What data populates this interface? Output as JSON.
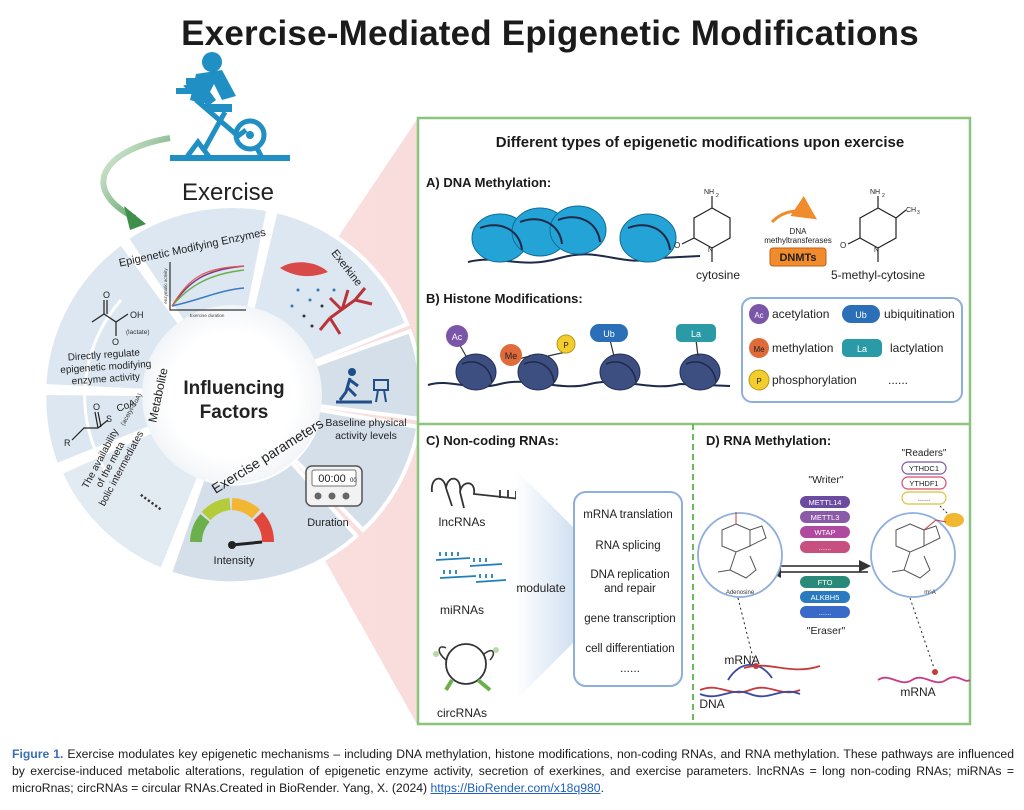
{
  "title": "Exercise-Mediated Epigenetic Modifications",
  "left": {
    "exercise_label": "Exercise",
    "center_line1": "Influencing",
    "center_line2": "Factors",
    "enzymes_label": "Epigenetic Modifying Enzymes",
    "exerkine_label": "Exerkine",
    "metabolite_label": "Metabolite",
    "exercise_params_label": "Exercise parameters",
    "lactate": {
      "tag": "(lactate)",
      "oh": "OH",
      "o1": "O",
      "o2": "O"
    },
    "acetyl": {
      "coa": "CoA",
      "tag": "(acetyl-CoA)",
      "s": "S",
      "r": "R",
      "o": "O"
    },
    "metabolite_text1": [
      "Directly regulate",
      "epigenetic modifying",
      "enzyme activity"
    ],
    "metabolite_text2": [
      "The availability",
      "of the meta",
      "bolic intermediates"
    ],
    "ellipsis": "......",
    "baseline_text": [
      "Baseline physical",
      "activity levels"
    ],
    "timer_display": "00:00",
    "timer_small": "00",
    "duration_label": "Duration",
    "intensity_label": "Intensity",
    "enzyme_chart": {
      "xlabel": "Exercise duration",
      "ylabel": "enzymatic activity"
    }
  },
  "right": {
    "header": "Different types of epigenetic modifications upon exercise",
    "dna": {
      "title": "A) DNA Methylation:",
      "cytosine": "cytosine",
      "methyl_cytosine": "5-methyl-cytosine",
      "enzyme_text": [
        "DNA",
        "methyltransferases"
      ],
      "dnmts": "DNMTs",
      "nh2": "NH",
      "sub2": "2",
      "ch3": "CH",
      "sub3": "3",
      "n": "N",
      "o": "O"
    },
    "histone": {
      "title": "B) Histone Modifications:",
      "marks": [
        "Ac",
        "Me",
        "P",
        "Ub",
        "La"
      ],
      "legend": [
        {
          "badge": "Ac",
          "text": "acetylation"
        },
        {
          "badge": "Ub",
          "text": "ubiquitination"
        },
        {
          "badge": "Me",
          "text": "methylation"
        },
        {
          "badge": "La",
          "text": "lactylation"
        },
        {
          "badge": "P",
          "text": "phosphorylation"
        }
      ],
      "legend_ellipsis": "......"
    },
    "ncrna": {
      "title": "C) Non-coding RNAs:",
      "types": [
        "lncRNAs",
        "miRNAs",
        "circRNAs"
      ],
      "modulate": "modulate",
      "functions": [
        "mRNA translation",
        "RNA  splicing",
        "DNA replication",
        "and repair",
        "gene transcription",
        "cell differentiation",
        "......"
      ]
    },
    "rna": {
      "title": "D)  RNA Methylation:",
      "readers_label": "\"Readers\"",
      "readers": [
        "YTHDC1",
        "YTHDF1",
        "......"
      ],
      "writer_label": "\"Writer\"",
      "writers": [
        "METTL14",
        "METTL3",
        "WTAP",
        "......"
      ],
      "erasers": [
        "FTO",
        "ALKBH5",
        "......"
      ],
      "eraser_label": "\"Eraser\"",
      "adenosine": "Adenosine",
      "m6a": "m⁶A",
      "mrna_left": "mRNA",
      "dna_left": "DNA",
      "mrna_right": "mRNA"
    }
  },
  "caption": {
    "fig_label": "Figure 1.",
    "text": " Exercise modulates key epigenetic mechanisms – including DNA methylation, histone modifications, non-coding RNAs, and RNA methylation. These pathways are influenced by exercise-induced metabolic alterations, regulation of epigenetic enzyme activity, secretion of exerkines, and exercise parameters. lncRNAs = long non-coding RNAs; miRNAs = microRnas; circRNAs = circular RNAs.Created in BioRender. Yang, X. (2024) ",
    "link": "https://BioRender.com/x18q980",
    "end": "."
  },
  "colors": {
    "panel_border": "#8cc47e",
    "nucleosome_blue": "#1f8fc4",
    "histone_navy": "#3d4f80",
    "wheel_blue": "#dce7f1",
    "ac_purple": "#7b55a8",
    "me_orange": "#e06b3a",
    "p_yellow": "#f2cd2c",
    "ub_blue": "#2a6fb8",
    "la_teal": "#2a9ba6",
    "dnmt_orange": "#f08c2c",
    "arrow_green": "#4a9a55"
  }
}
